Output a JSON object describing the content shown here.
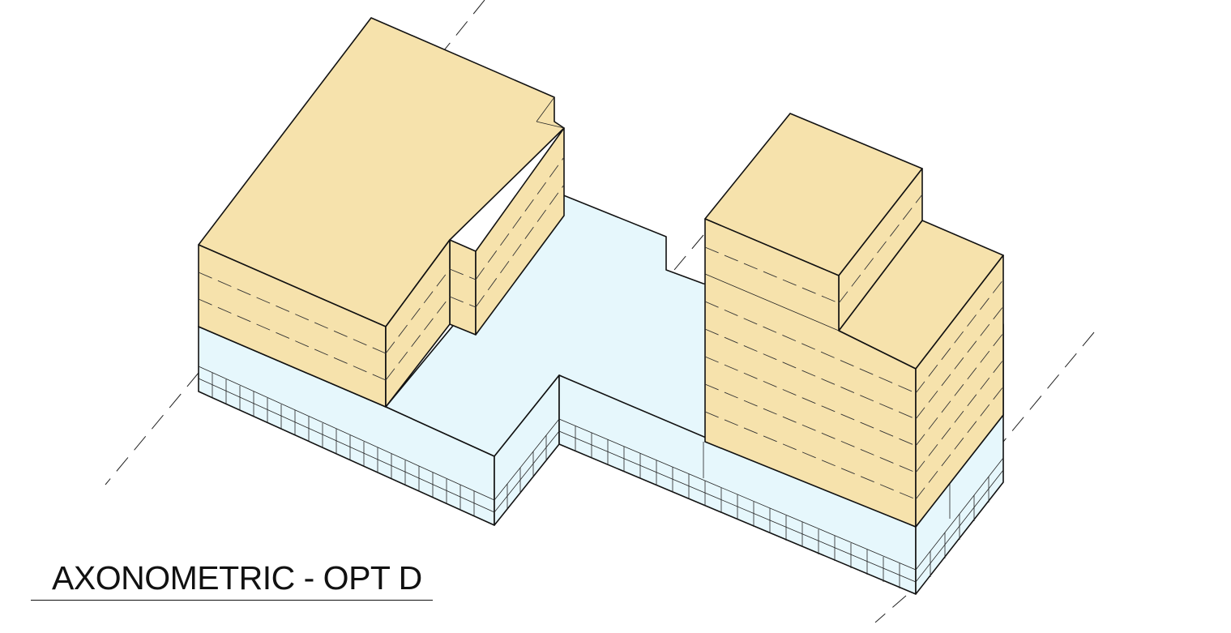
{
  "title": "AXONOMETRIC - OPT D",
  "colors": {
    "building": "#f6e2ac",
    "podium": "#e6f7fc",
    "line": "#111111",
    "background": "#ffffff"
  },
  "elements": {
    "left_tower": "tower-left",
    "right_tower": "tower-right",
    "podium": "podium-base"
  }
}
